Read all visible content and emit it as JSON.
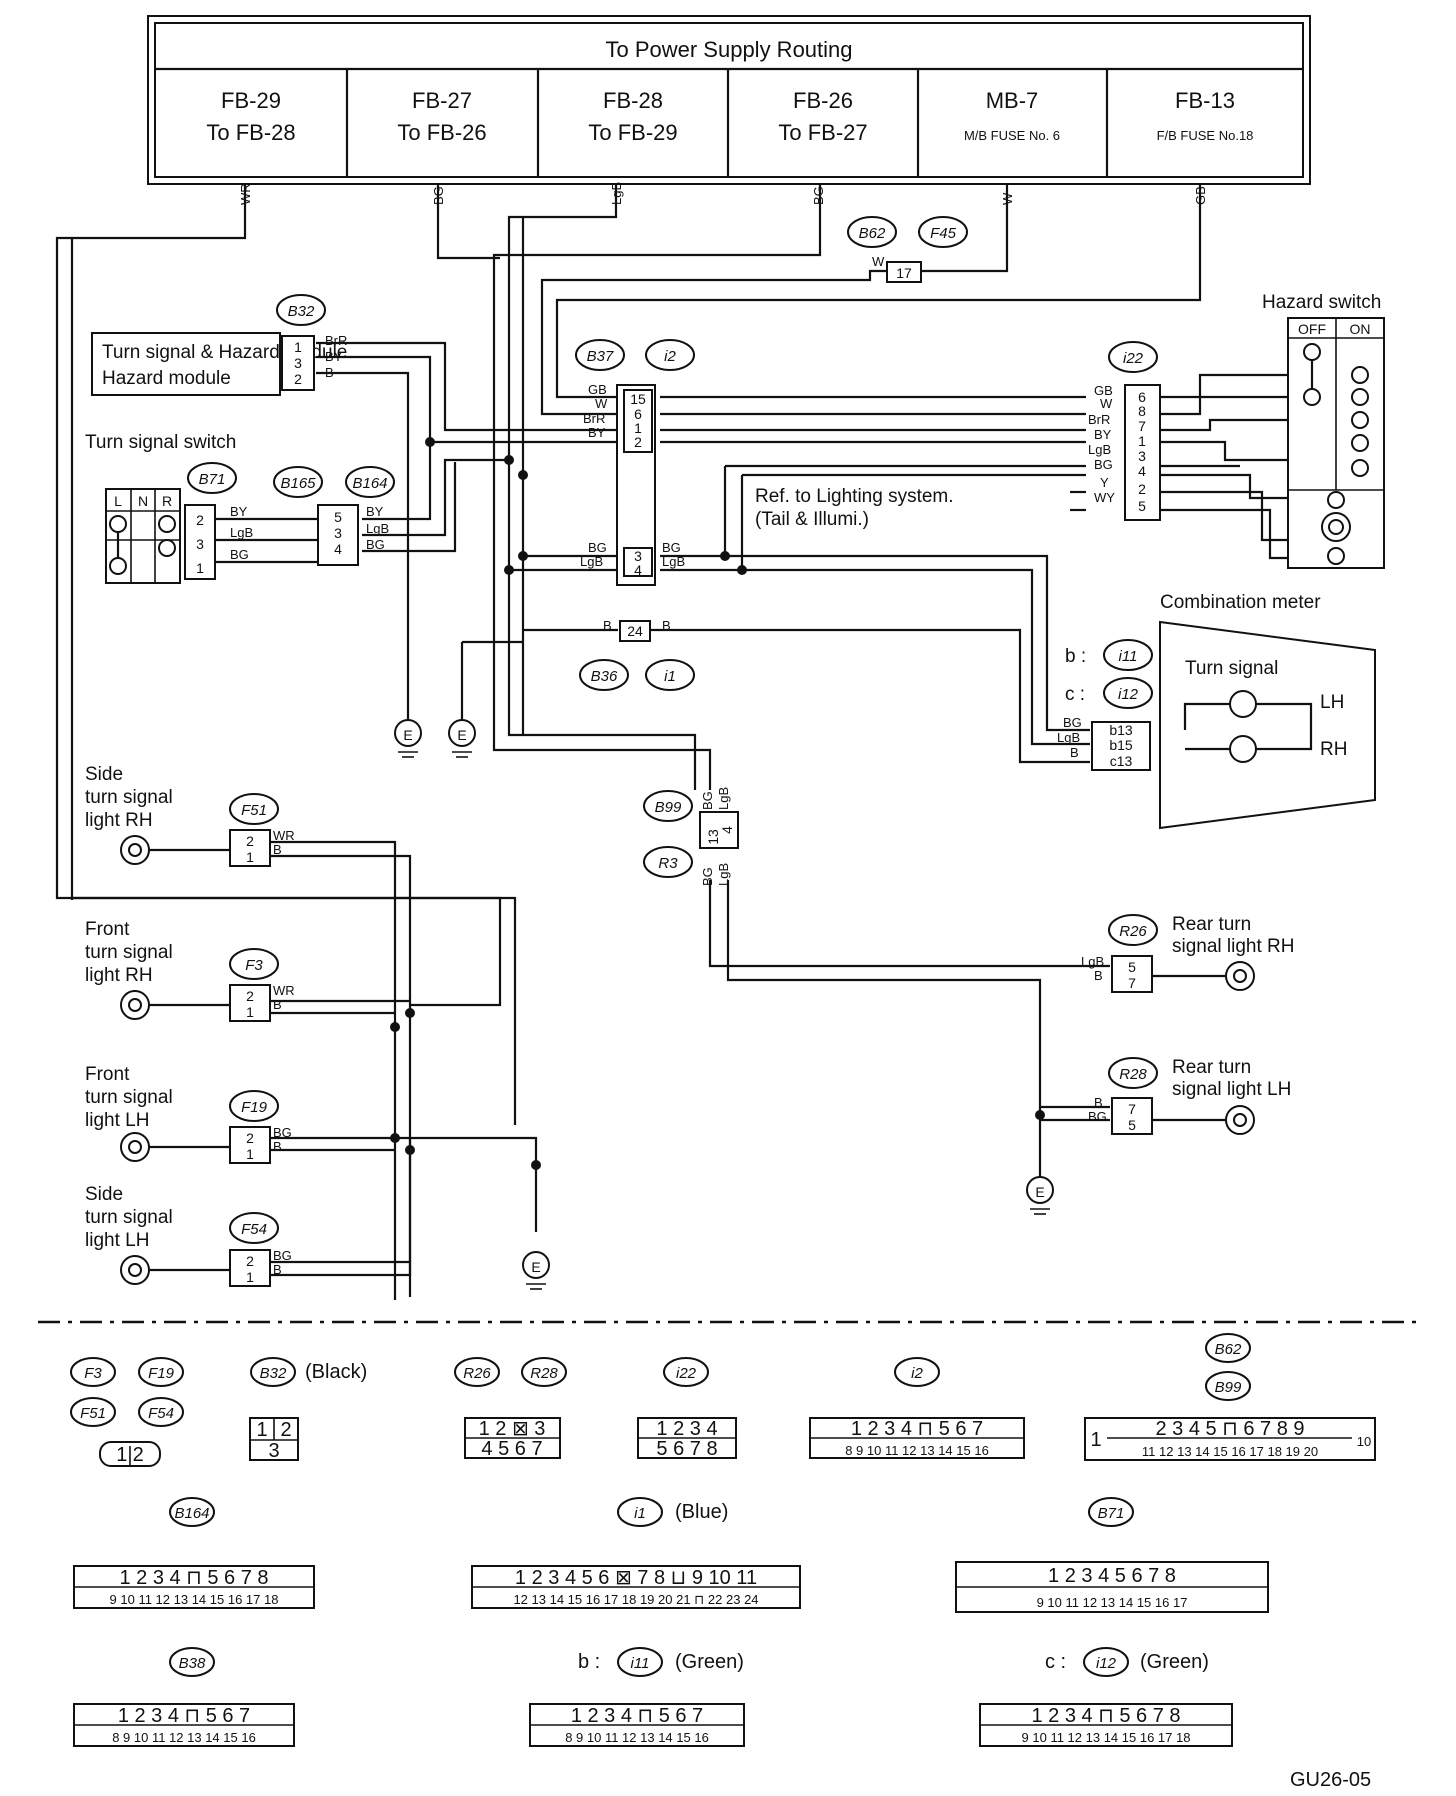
{
  "header": {
    "title": "To Power Supply Routing",
    "cells": [
      {
        "line1": "FB-29",
        "line2": "To FB-28"
      },
      {
        "line1": "FB-27",
        "line2": "To FB-26"
      },
      {
        "line1": "FB-28",
        "line2": "To FB-29"
      },
      {
        "line1": "FB-26",
        "line2": "To FB-27"
      },
      {
        "line1": "MB-7",
        "line2": "M/B FUSE No. 6"
      },
      {
        "line1": "FB-13",
        "line2": "F/B FUSE No.18"
      }
    ],
    "wires": [
      "WR",
      "BG",
      "LgB",
      "BG",
      "W",
      "GB"
    ]
  },
  "components": {
    "turn_hazard_module": "Turn signal & Hazard module",
    "turn_signal_switch": "Turn signal switch",
    "switch_cols": [
      "L",
      "N",
      "R"
    ],
    "hazard_switch": "Hazard switch",
    "hazard_off": "OFF",
    "hazard_on": "ON",
    "combination_meter": "Combination meter",
    "meter_turn_signal": "Turn signal",
    "meter_lh": "LH",
    "meter_rh": "RH",
    "ref_lighting_1": "Ref. to Lighting system.",
    "ref_lighting_2": "(Tail & Illumi.)",
    "side_rh": [
      "Side",
      "turn signal",
      "light RH"
    ],
    "front_rh": [
      "Front",
      "turn signal",
      "light RH"
    ],
    "front_lh": [
      "Front",
      "turn signal",
      "light LH"
    ],
    "side_lh": [
      "Side",
      "turn signal",
      "light LH"
    ],
    "rear_rh": [
      "Rear turn",
      "signal light RH"
    ],
    "rear_lh": [
      "Rear turn",
      "signal light LH"
    ],
    "meter_b": "b :",
    "meter_c": "c :",
    "ground": "E"
  },
  "connector_tags": {
    "B32": "B32",
    "B37": "B37",
    "i2": "i2",
    "i22": "i22",
    "B62": "B62",
    "F45": "F45",
    "B71": "B71",
    "B165": "B165",
    "B164": "B164",
    "B36": "B36",
    "i1": "i1",
    "i11": "i11",
    "i12": "i12",
    "B99": "B99",
    "R3": "R3",
    "F51": "F51",
    "F3": "F3",
    "F19": "F19",
    "F54": "F54",
    "R26": "R26",
    "R28": "R28"
  },
  "legend": {
    "b32_color": "(Black)",
    "i1_color": "(Blue)",
    "i11_color": "(Green)",
    "i12_color": "(Green)",
    "b_prefix": "b :",
    "c_prefix": "c :",
    "tags": {
      "F3": "F3",
      "F19": "F19",
      "F51": "F51",
      "F54": "F54",
      "B32": "B32",
      "R26": "R26",
      "R28": "R28",
      "i22": "i22",
      "i2": "i2",
      "B62": "B62",
      "B99": "B99",
      "B164": "B164",
      "i1": "i1",
      "B71": "B71",
      "B38": "B38",
      "i11": "i11",
      "i12": "i12"
    }
  },
  "figure_code": "GU26-05"
}
